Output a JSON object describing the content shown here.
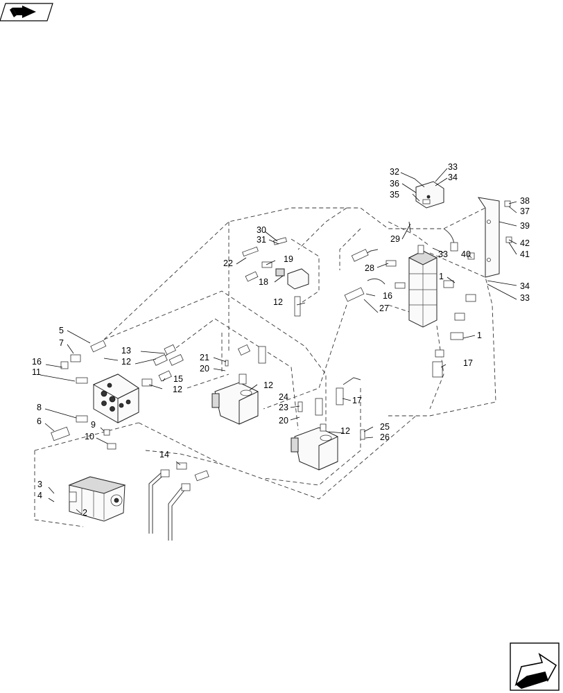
{
  "navigation": {
    "prev_icon_name": "back-arrow-icon",
    "next_icon_name": "forward-arrow-icon"
  },
  "callouts": [
    {
      "id": "c1a",
      "text": "1"
    },
    {
      "id": "c1b",
      "text": "1"
    },
    {
      "id": "c2",
      "text": "2"
    },
    {
      "id": "c3",
      "text": "3"
    },
    {
      "id": "c4",
      "text": "4"
    },
    {
      "id": "c5",
      "text": "5"
    },
    {
      "id": "c6",
      "text": "6"
    },
    {
      "id": "c7",
      "text": "7"
    },
    {
      "id": "c8",
      "text": "8"
    },
    {
      "id": "c9",
      "text": "9"
    },
    {
      "id": "c10",
      "text": "10"
    },
    {
      "id": "c11",
      "text": "11"
    },
    {
      "id": "c12a",
      "text": "12"
    },
    {
      "id": "c12b",
      "text": "12"
    },
    {
      "id": "c12c",
      "text": "12"
    },
    {
      "id": "c12d",
      "text": "12"
    },
    {
      "id": "c12e",
      "text": "12"
    },
    {
      "id": "c13",
      "text": "13"
    },
    {
      "id": "c14",
      "text": "14"
    },
    {
      "id": "c15",
      "text": "15"
    },
    {
      "id": "c16a",
      "text": "16"
    },
    {
      "id": "c16b",
      "text": "16"
    },
    {
      "id": "c17a",
      "text": "17"
    },
    {
      "id": "c17b",
      "text": "17"
    },
    {
      "id": "c18",
      "text": "18"
    },
    {
      "id": "c19",
      "text": "19"
    },
    {
      "id": "c20a",
      "text": "20"
    },
    {
      "id": "c20b",
      "text": "20"
    },
    {
      "id": "c21",
      "text": "21"
    },
    {
      "id": "c22",
      "text": "22"
    },
    {
      "id": "c23",
      "text": "23"
    },
    {
      "id": "c24",
      "text": "24"
    },
    {
      "id": "c25",
      "text": "25"
    },
    {
      "id": "c26",
      "text": "26"
    },
    {
      "id": "c27",
      "text": "27"
    },
    {
      "id": "c28",
      "text": "28"
    },
    {
      "id": "c29",
      "text": "29"
    },
    {
      "id": "c30",
      "text": "30"
    },
    {
      "id": "c31",
      "text": "31"
    },
    {
      "id": "c32",
      "text": "32"
    },
    {
      "id": "c33a",
      "text": "33"
    },
    {
      "id": "c33b",
      "text": "33"
    },
    {
      "id": "c33c",
      "text": "33"
    },
    {
      "id": "c34a",
      "text": "34"
    },
    {
      "id": "c34b",
      "text": "34"
    },
    {
      "id": "c35",
      "text": "35"
    },
    {
      "id": "c36",
      "text": "36"
    },
    {
      "id": "c37",
      "text": "37"
    },
    {
      "id": "c38",
      "text": "38"
    },
    {
      "id": "c39",
      "text": "39"
    },
    {
      "id": "c40",
      "text": "40"
    },
    {
      "id": "c41",
      "text": "41"
    },
    {
      "id": "c42",
      "text": "42"
    }
  ]
}
